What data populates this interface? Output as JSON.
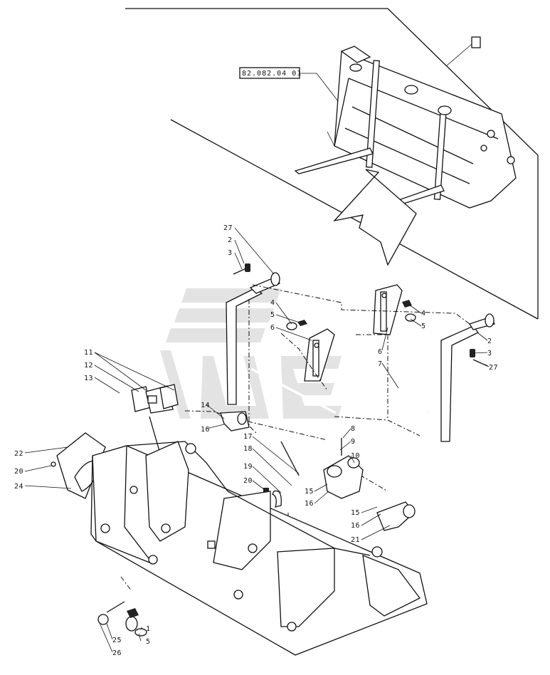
{
  "reference_box": "82.082.04 01",
  "labels": {
    "l27a": "27",
    "l2a": "2",
    "l3a": "3",
    "l4a": "4",
    "l5a": "5",
    "l6a": "6",
    "l4b": "4",
    "l5b": "5",
    "l6b": "6",
    "l2b": "2",
    "l3b": "3",
    "l27b": "27",
    "l7": "7",
    "l11": "11",
    "l12": "12",
    "l13": "13",
    "l14": "14",
    "l16a": "16",
    "l17": "17",
    "l18": "18",
    "l19": "19",
    "l20a": "20",
    "l8": "8",
    "l9": "9",
    "l10": "10",
    "l15a": "15",
    "l16b": "16",
    "l15b": "15",
    "l16c": "16",
    "l21": "21",
    "l22": "22",
    "l20b": "20",
    "l24": "24",
    "l1": "1",
    "l25": "25",
    "l26": "26",
    "l5c": "5"
  }
}
